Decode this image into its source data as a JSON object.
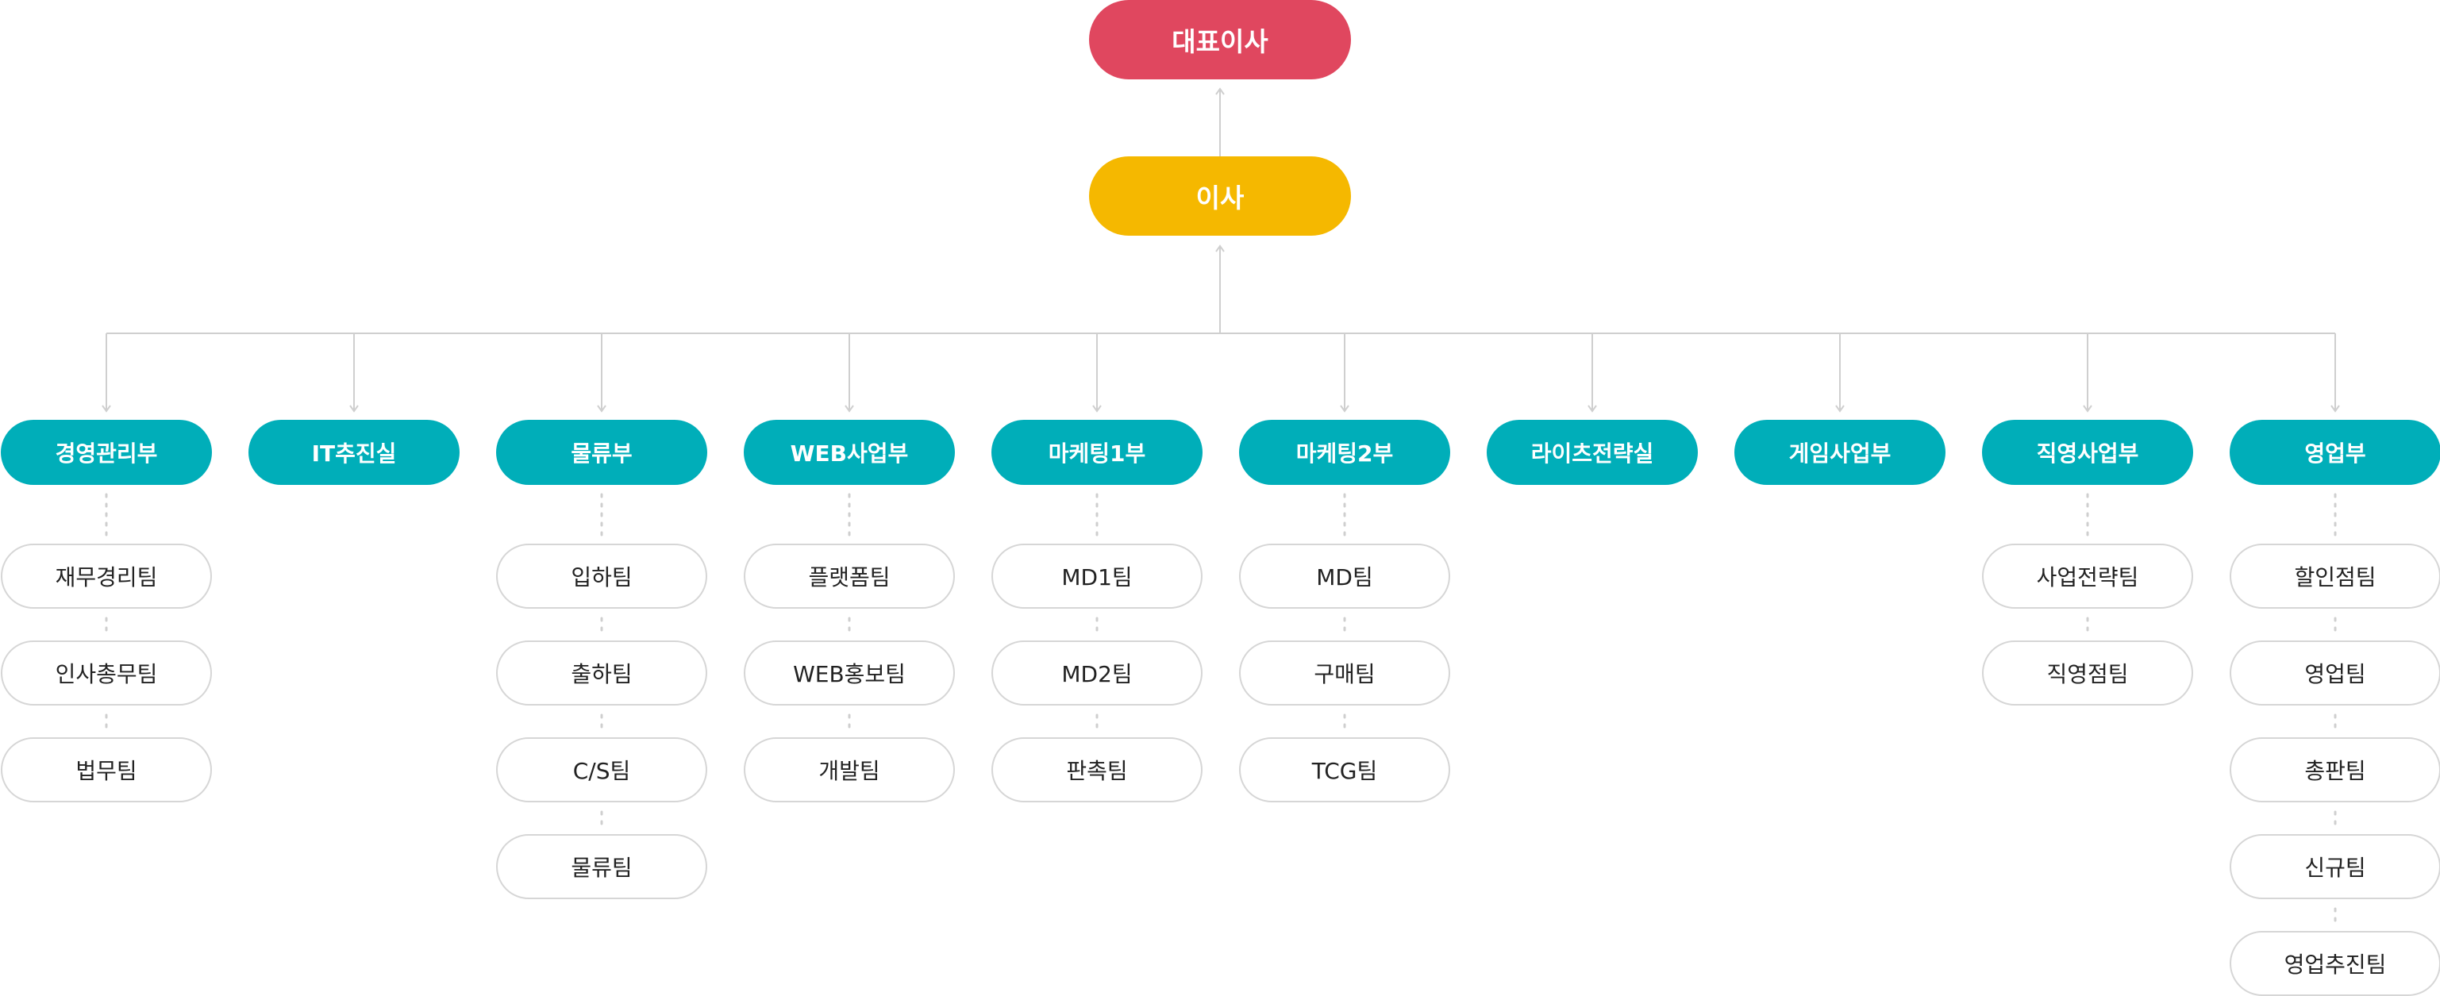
{
  "colors": {
    "ceo": "#e0475f",
    "director": "#f5b800",
    "department": "#00aeb9",
    "connector": "#cfcfcf",
    "team_border": "#d6d6d6"
  },
  "ceo": {
    "label": "대표이사"
  },
  "director": {
    "label": "이사"
  },
  "departments": [
    {
      "label": "경영관리부",
      "teams": [
        "재무경리팀",
        "인사총무팀",
        "법무팀"
      ]
    },
    {
      "label": "IT추진실",
      "teams": []
    },
    {
      "label": "물류부",
      "teams": [
        "입하팀",
        "출하팀",
        "C/S팀",
        "물류팀"
      ]
    },
    {
      "label": "WEB사업부",
      "teams": [
        "플랫폼팀",
        "WEB홍보팀",
        "개발팀"
      ]
    },
    {
      "label": "마케팅1부",
      "teams": [
        "MD1팀",
        "MD2팀",
        "판촉팀"
      ]
    },
    {
      "label": "마케팅2부",
      "teams": [
        "MD팀",
        "구매팀",
        "TCG팀"
      ]
    },
    {
      "label": "라이츠전략실",
      "teams": []
    },
    {
      "label": "게임사업부",
      "teams": []
    },
    {
      "label": "직영사업부",
      "teams": [
        "사업전략팀",
        "직영점팀"
      ]
    },
    {
      "label": "영업부",
      "teams": [
        "할인점팀",
        "영업팀",
        "총판팀",
        "신규팀",
        "영업추진팀"
      ]
    }
  ]
}
